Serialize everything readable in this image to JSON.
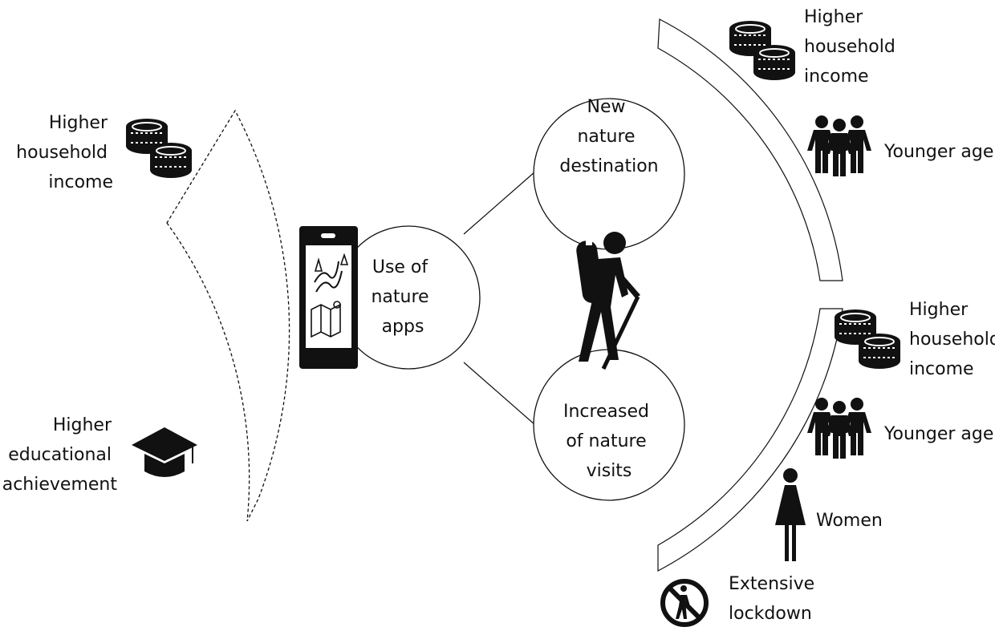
{
  "labels": {
    "left_income": [
      "Higher",
      "household",
      "income"
    ],
    "left_education": [
      "Higher",
      "educational",
      "achievement"
    ],
    "center_apps": [
      "Use of",
      "nature",
      "apps"
    ],
    "new_destination": [
      "New",
      "nature",
      "destination"
    ],
    "increased_visits": [
      "Increased",
      "of nature",
      "visits"
    ],
    "upper_income": [
      "Higher",
      "household",
      "income"
    ],
    "upper_age": "Younger age",
    "lower_income": [
      "Higher",
      "household",
      "income"
    ],
    "lower_age": "Younger age",
    "lower_women": "Women",
    "lower_lockdown": [
      "Extensive",
      "lockdown"
    ]
  },
  "icons": {
    "left": [
      "coins-icon",
      "graduation-cap-icon"
    ],
    "center": [
      "smartphone-map-icon",
      "hiker-icon"
    ],
    "upper_right": [
      "coins-icon",
      "people-group-icon"
    ],
    "lower_right": [
      "coins-icon",
      "people-group-icon",
      "woman-icon",
      "no-walking-icon"
    ]
  },
  "colors": {
    "ink": "#111111",
    "background": "#ffffff"
  }
}
